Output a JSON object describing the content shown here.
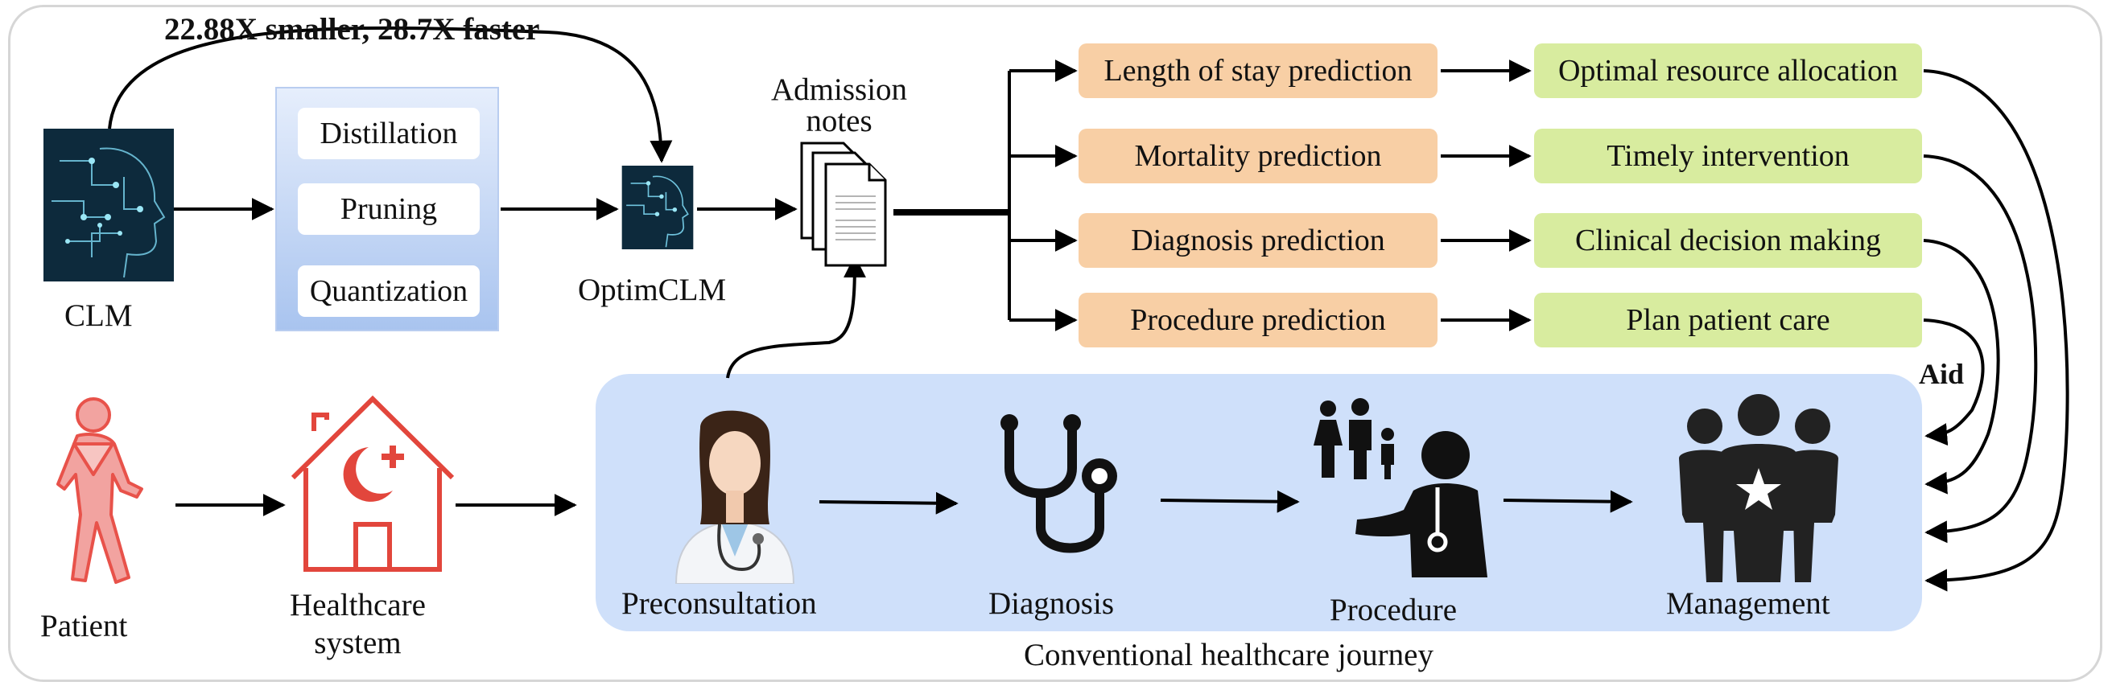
{
  "top_caption": "22.88X smaller, 28.7X faster",
  "clm_label": "CLM",
  "optimization": [
    "Distillation",
    "Pruning",
    "Quantization"
  ],
  "optimclm_label": "OptimCLM",
  "admission_label": [
    "Admission",
    "notes"
  ],
  "predictions": [
    "Length of stay prediction",
    "Mortality prediction",
    "Diagnosis prediction",
    "Procedure prediction"
  ],
  "outcomes": [
    "Optimal resource allocation",
    "Timely intervention",
    "Clinical decision making",
    "Plan patient care"
  ],
  "aid_label": "Aid",
  "patient_label": "Patient",
  "healthcare_label": [
    "Healthcare",
    "system"
  ],
  "journey_steps": [
    "Preconsultation",
    "Diagnosis",
    "Procedure",
    "Management"
  ],
  "journey_caption": "Conventional healthcare journey",
  "colors": {
    "prediction_fill": "#f8cfa5",
    "outcome_fill": "#d8ec9f",
    "journey_fill": "#cfe0fa",
    "patient_red": "#e8524a",
    "icon_dark": "#222222"
  }
}
